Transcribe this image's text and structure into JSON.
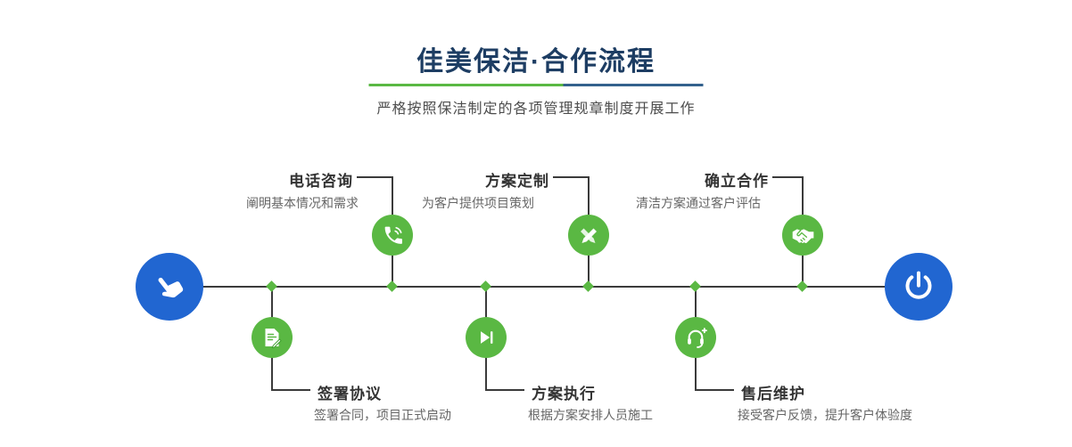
{
  "header": {
    "title": "佳美保洁·合作流程",
    "subtitle": "严格按照保洁制定的各项管理规章制度开展工作"
  },
  "timeline": {
    "start_icon": "pointer-hand-icon",
    "end_icon": "power-icon",
    "steps": [
      {
        "title": "电话咨询",
        "desc": "阐明基本情况和需求",
        "icon": "phone-icon",
        "row": "top"
      },
      {
        "title": "方案定制",
        "desc": "为客户提供项目策划",
        "icon": "design-icon",
        "row": "top"
      },
      {
        "title": "确立合作",
        "desc": "清洁方案通过客户评估",
        "icon": "handshake-icon",
        "row": "top"
      },
      {
        "title": "签署协议",
        "desc": "签署合同，项目正式启动",
        "icon": "contract-icon",
        "row": "bottom"
      },
      {
        "title": "方案执行",
        "desc": "根据方案安排人员施工",
        "icon": "execute-icon",
        "row": "bottom"
      },
      {
        "title": "售后维护",
        "desc": "接受客户反馈，提升客户体验度",
        "icon": "service-icon",
        "row": "bottom"
      }
    ]
  },
  "colors": {
    "accent_green": "#5ab843",
    "accent_blue": "#2166d1",
    "title_navy": "#1d3d63",
    "line": "#3b3b3b"
  }
}
